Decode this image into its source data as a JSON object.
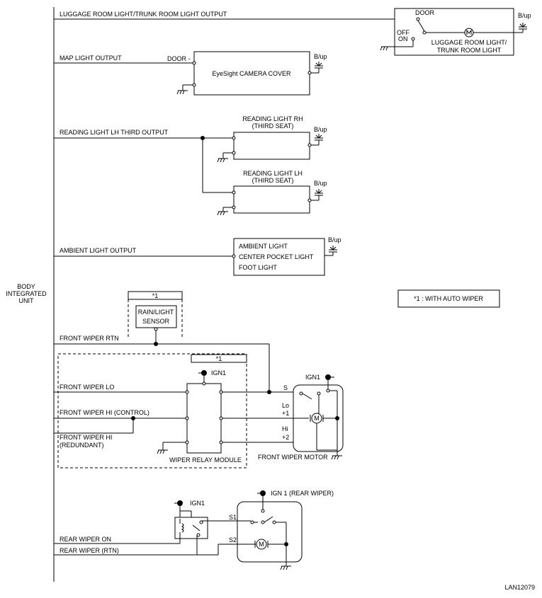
{
  "unit": {
    "line1": "BODY",
    "line2": "INTEGRATED",
    "line3": "UNIT"
  },
  "signals": {
    "luggage": "LUGGAGE ROOM LIGHT/TRUNK ROOM LIGHT OUTPUT",
    "map": "MAP LIGHT OUTPUT",
    "reading": "READING LIGHT LH THIRD OUTPUT",
    "ambient": "AMBIENT LIGHT OUTPUT",
    "fw_rtn": "FRONT WIPER RTN",
    "fw_lo": "FRONT WIPER LO",
    "fw_hi_ctrl": "FRONT WIPER HI (CONTROL)",
    "fw_hi_red1": "FRONT WIPER HI",
    "fw_hi_red2": "(REDUNDANT)",
    "rw_on": "REAR WIPER ON",
    "rw_rtn": "REAR WIPER (RTN)"
  },
  "components": {
    "luggage_light1": "LUGGAGE ROOM LIGHT/",
    "luggage_light2": "TRUNK ROOM LIGHT",
    "door": "DOOR",
    "door_dash": "DOOR -",
    "off": "OFF",
    "on": "ON",
    "eyesight": "EyeSight CAMERA COVER",
    "reading_rh1": "READING LIGHT RH",
    "reading_rh2": "(THIRD SEAT)",
    "reading_lh1": "READING LIGHT LH",
    "reading_lh2": "(THIRD SEAT)",
    "ambient1": "AMBIENT LIGHT",
    "ambient2": "CENTER POCKET LIGHT",
    "ambient3": "FOOT LIGHT",
    "rain1": "RAIN/LIGHT",
    "rain2": "SENSOR",
    "relay_module": "WIPER RELAY MODULE",
    "fw_motor": "FRONT WIPER MOTOR",
    "bup": "B/up",
    "ign1": "IGN1",
    "ign1_rear": "IGN 1 (REAR WIPER)",
    "motor": "M",
    "s": "S",
    "lo": "Lo",
    "plus1": "+1",
    "hi": "Hi",
    "plus2": "+2",
    "s1": "S1",
    "s2": "S2"
  },
  "notes": {
    "star": "*1",
    "legend": "*1 : WITH AUTO WIPER"
  },
  "footer": {
    "code": "LAN12079"
  }
}
